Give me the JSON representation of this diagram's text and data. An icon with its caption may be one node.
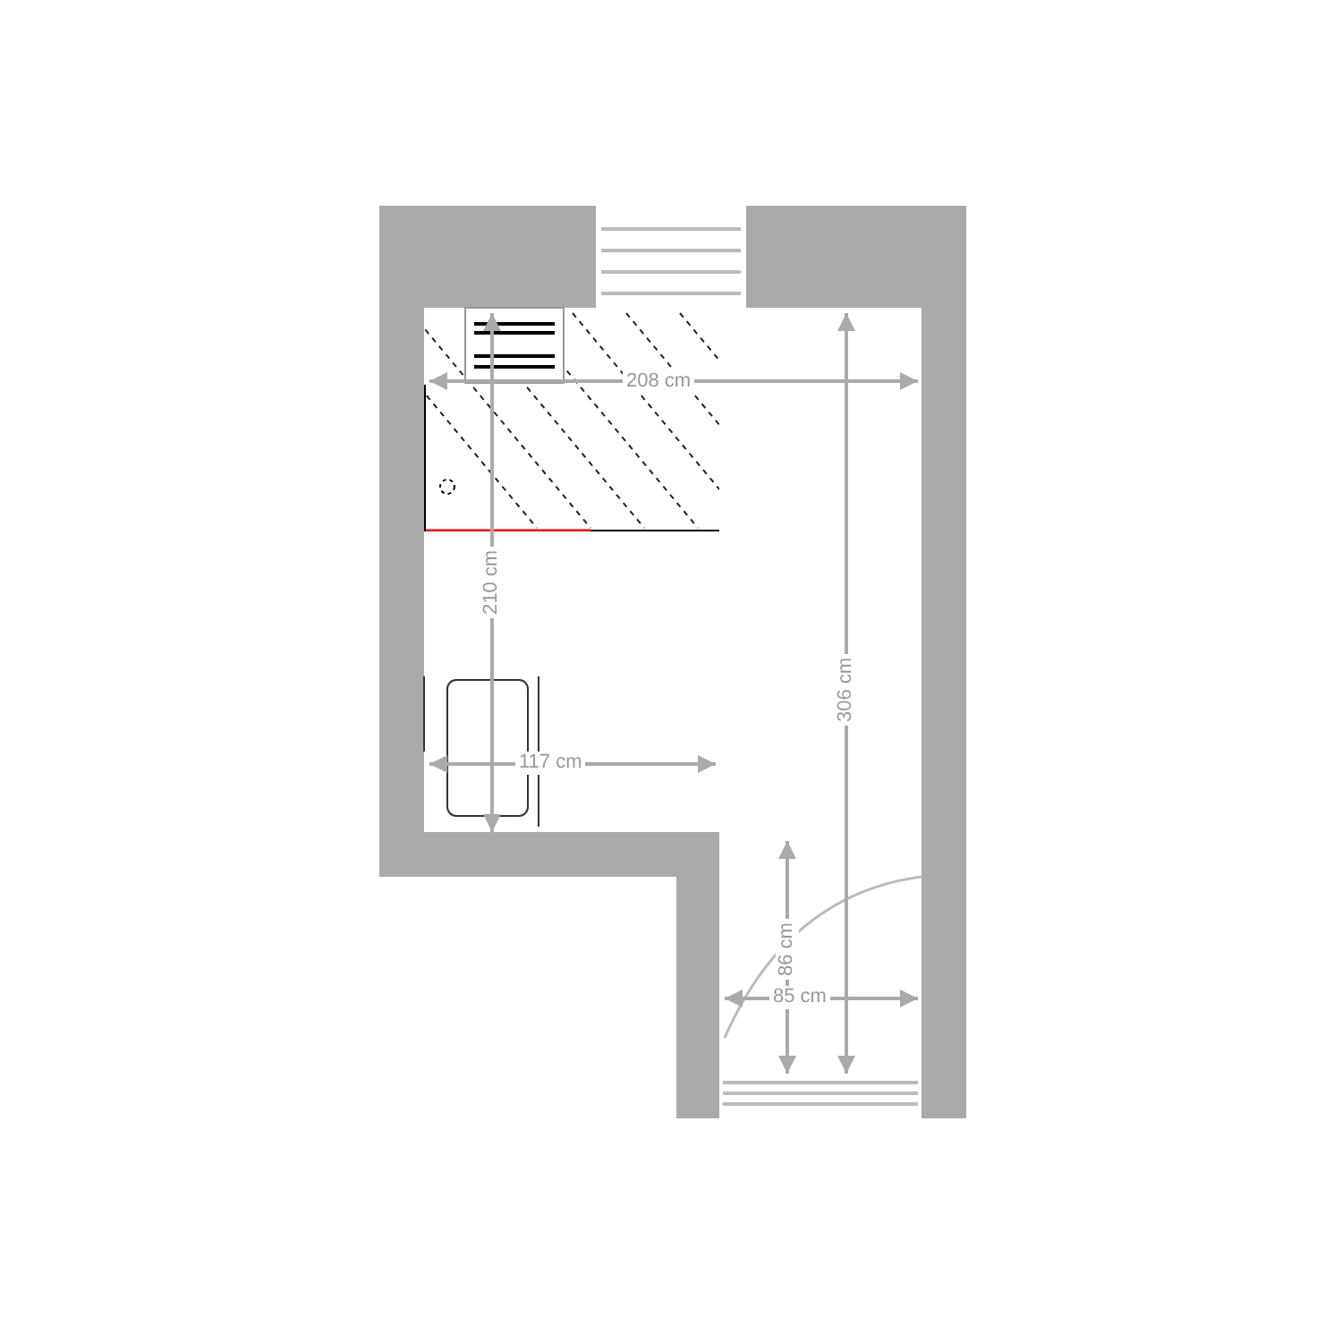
{
  "diagram": {
    "labels": [
      "208 cm",
      "210 cm",
      "306 cm",
      "117 cm",
      "86 cm",
      "85 cm"
    ]
  }
}
